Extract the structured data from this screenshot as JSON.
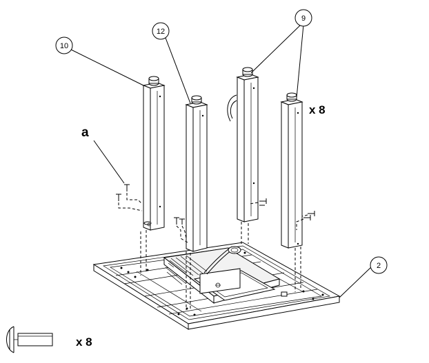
{
  "callouts": [
    {
      "id": "leg-10",
      "text": "10"
    },
    {
      "id": "leg-12",
      "text": "12"
    },
    {
      "id": "leg-9",
      "text": "9"
    },
    {
      "id": "frame-2",
      "text": "2"
    }
  ],
  "labels": {
    "screw_ref": "a",
    "qty_top": "x 8",
    "qty_bottom": "x 8"
  }
}
